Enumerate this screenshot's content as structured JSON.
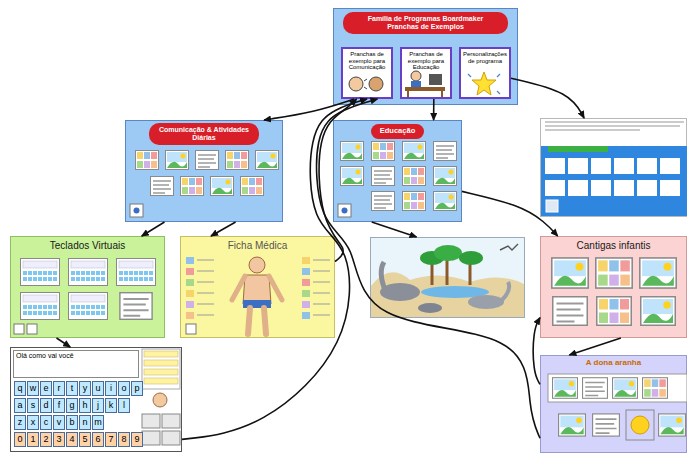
{
  "diagram": {
    "nodes": [
      {
        "text": [
          "Família de Programas Boardmaker Pranchas de Exemplos"
        ]
      },
      {
        "text": [
          "Pranchas de exemplo para Comunicação"
        ],
        "in": 0
      },
      {
        "text": [
          "Pranchas de exemplo para Educação"
        ],
        "in": 0
      },
      {
        "text": [
          "Personalizações de programa"
        ],
        "in": 0
      },
      {
        "text": [
          "Comunicação & Atividades Diárias"
        ]
      },
      {
        "text": [
          "Educação"
        ]
      },
      {
        "text": []
      },
      {
        "text": [
          "Teclados Virtuais"
        ]
      },
      {
        "text": [
          "Ficha Médica"
        ]
      },
      {
        "text": []
      },
      {
        "text": [
          "Cantigas infantis"
        ]
      },
      {
        "text": [
          "Olá como vai você"
        ]
      },
      {
        "text": [
          "A dona aranha"
        ]
      }
    ],
    "edges": [
      {
        "from": 1,
        "to": 4,
        "arrow": "to"
      },
      {
        "from": 2,
        "to": 5,
        "arrow": "to"
      },
      {
        "from": 3,
        "to": 6,
        "arrow": "to"
      },
      {
        "from": 4,
        "to": 7,
        "arrow": "to"
      },
      {
        "from": 4,
        "to": 8,
        "arrow": "to"
      },
      {
        "from": 5,
        "to": 9,
        "arrow": "to"
      },
      {
        "from": 5,
        "to": 10,
        "arrow": "to"
      },
      {
        "from": 7,
        "to": 11,
        "arrow": "to"
      },
      {
        "from": 10,
        "to": 12,
        "arrow": "to"
      },
      {
        "from": 11,
        "to": 1,
        "arrow": "to"
      },
      {
        "from": 8,
        "to": 1,
        "arrow": "to"
      },
      {
        "from": 12,
        "to": 1,
        "arrow": "to"
      },
      {
        "from": 12,
        "to": 10,
        "arrow": "to"
      }
    ],
    "labels": [
      "q",
      "w",
      "e",
      "r",
      "t",
      "y",
      "u",
      "i",
      "o",
      "p",
      "a",
      "s",
      "d",
      "f",
      "g",
      "h",
      "j",
      "k",
      "l",
      "z",
      "x",
      "c",
      "v",
      "b",
      "n",
      "m",
      "0",
      "1",
      "2",
      "3",
      "4",
      "5",
      "6",
      "7",
      "8",
      "9"
    ]
  }
}
